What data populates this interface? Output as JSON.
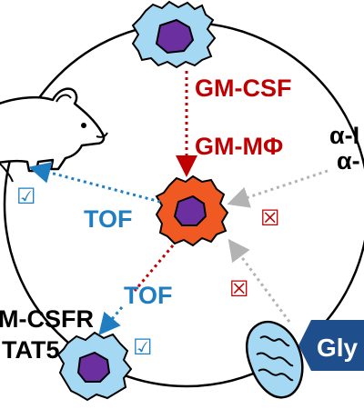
{
  "labels": {
    "gm_csf": "GM-CSF",
    "gm_mphi": "GM-MΦ",
    "tof_left": "TOF",
    "tof_lower": "TOF",
    "alpha_line1": "α-I",
    "alpha_line2": "α-",
    "gm_csfr": "M-CSFR",
    "stat5": "TAT5",
    "gly": "Gly"
  },
  "symbols": {
    "check": "☑",
    "cross": "☒"
  },
  "colors": {
    "red": "#c00000",
    "blue": "#1f7ec2",
    "gray_arrow": "#b3b3b3",
    "cell_light": "#a5d8f2",
    "cell_orange": "#f05a22",
    "nucleus": "#6b2fa0",
    "badge_blue": "#1f4e8c"
  }
}
